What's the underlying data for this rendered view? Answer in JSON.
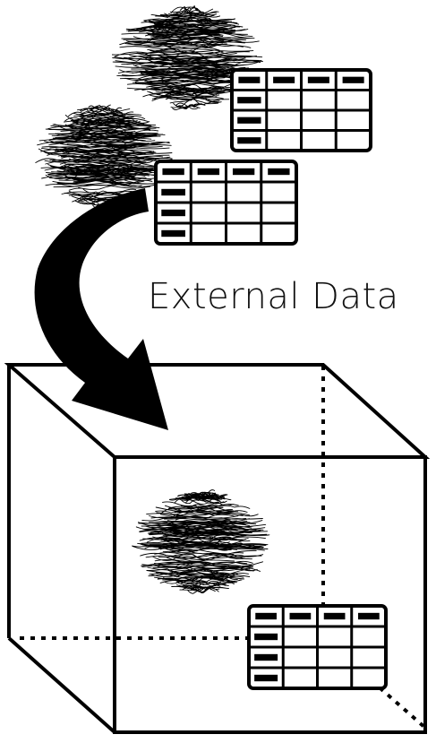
{
  "diagram": {
    "label": "External Data",
    "colors": {
      "ink": "#000000",
      "background": "#ffffff"
    },
    "tables": [
      {
        "name": "table-top",
        "columns": 4,
        "rows": 4,
        "header_row": true,
        "key_column": true
      },
      {
        "name": "table-middle",
        "columns": 4,
        "rows": 4,
        "header_row": true,
        "key_column": true
      },
      {
        "name": "table-in-box",
        "columns": 4,
        "rows": 4,
        "header_row": true,
        "key_column": true
      }
    ],
    "scribbles": [
      "scribble-cloud-top",
      "scribble-cloud-middle",
      "scribble-cloud-in-box"
    ],
    "arrow": "curved-arrow-icon",
    "container": "cube-outline"
  }
}
